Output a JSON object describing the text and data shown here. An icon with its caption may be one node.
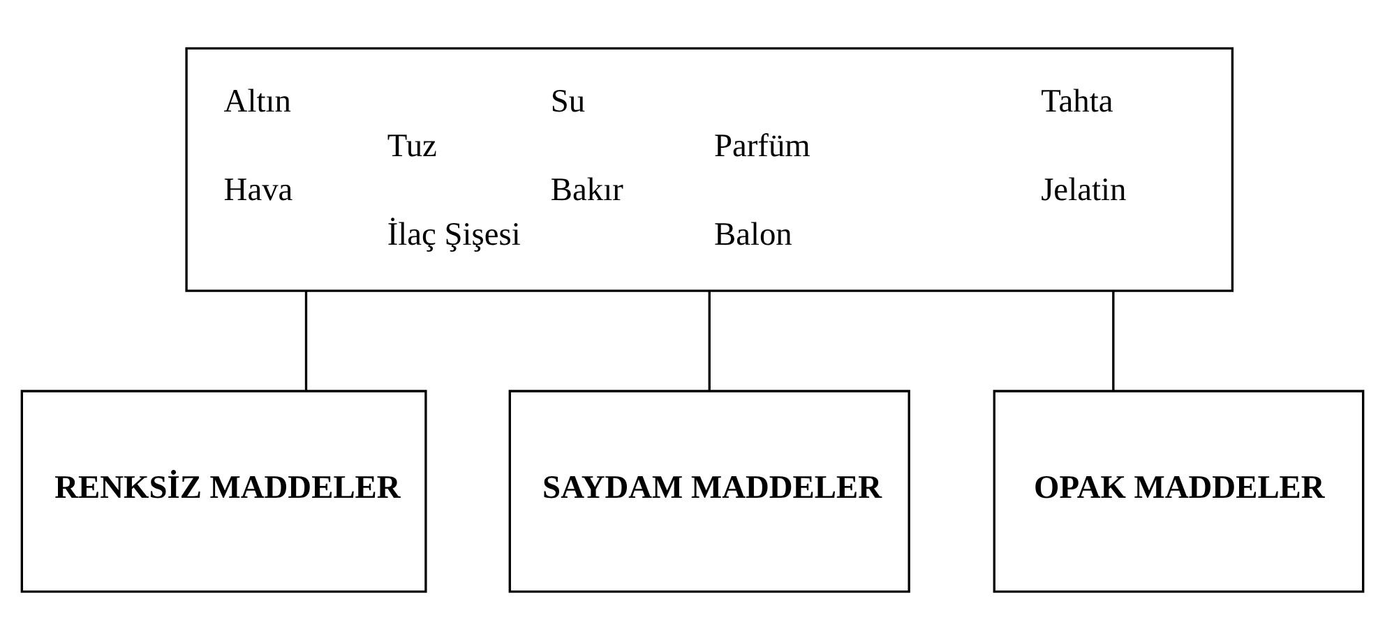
{
  "diagram": {
    "nodes": [
      {
        "text": [
          "Altın",
          "Su",
          "Tahta",
          "Tuz",
          "Parfüm",
          "Hava",
          "Bakır",
          "Jelatin",
          "İlaç Şişesi",
          "Balon"
        ]
      },
      {
        "text": [
          "RENKSİZ MADDELER"
        ]
      },
      {
        "text": [
          "SAYDAM MADDELER"
        ]
      },
      {
        "text": [
          "OPAK MADDELER"
        ]
      }
    ],
    "edges": [
      {
        "from": 0,
        "to": 1,
        "arrow": "none"
      },
      {
        "from": 0,
        "to": 2,
        "arrow": "none"
      },
      {
        "from": 0,
        "to": 3,
        "arrow": "none"
      }
    ]
  }
}
